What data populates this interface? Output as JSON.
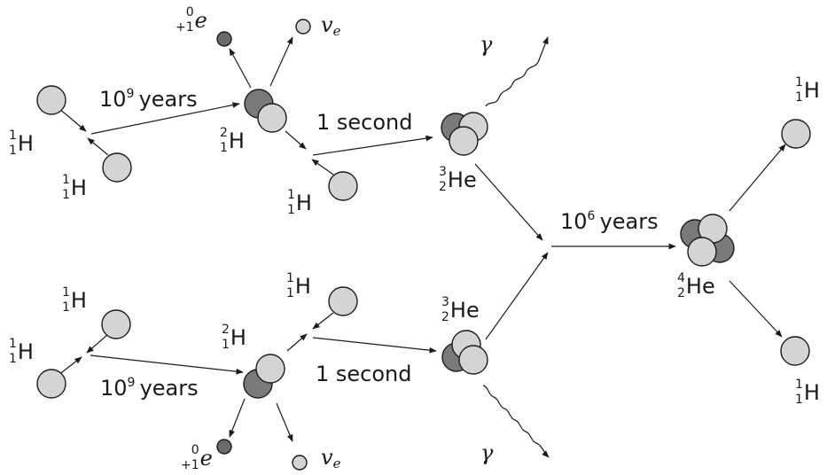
{
  "labels": {
    "h1_top_left": {
      "mass": "1",
      "charge": "1",
      "symbol": "H"
    },
    "h1_top_lower": {
      "mass": "1",
      "charge": "1",
      "symbol": "H"
    },
    "h2_top": {
      "mass": "2",
      "charge": "1",
      "symbol": "H"
    },
    "h1_top_right": {
      "mass": "1",
      "charge": "1",
      "symbol": "H"
    },
    "he3_top": {
      "mass": "3",
      "charge": "2",
      "symbol": "He"
    },
    "positron_top": {
      "mass": "0",
      "charge": "+1",
      "symbol": "e"
    },
    "neutrino_top": {
      "symbol": "v",
      "sub": "e"
    },
    "gamma_top": "γ",
    "h1_bot_upper": {
      "mass": "1",
      "charge": "1",
      "symbol": "H"
    },
    "h1_bot_left": {
      "mass": "1",
      "charge": "1",
      "symbol": "H"
    },
    "h2_bot": {
      "mass": "2",
      "charge": "1",
      "symbol": "H"
    },
    "h1_bot_right": {
      "mass": "1",
      "charge": "1",
      "symbol": "H"
    },
    "he3_bot": {
      "mass": "3",
      "charge": "2",
      "symbol": "He"
    },
    "positron_bot": {
      "mass": "0",
      "charge": "+1",
      "symbol": "e"
    },
    "neutrino_bot": {
      "symbol": "v",
      "sub": "e"
    },
    "gamma_bot": "γ",
    "he4": {
      "mass": "4",
      "charge": "2",
      "symbol": "He"
    },
    "h1_out_top": {
      "mass": "1",
      "charge": "1",
      "symbol": "H"
    },
    "h1_out_bot": {
      "mass": "1",
      "charge": "1",
      "symbol": "H"
    }
  },
  "steps": {
    "top_fusion": {
      "base": "10",
      "exp": "9",
      "unit": "years"
    },
    "bot_fusion": {
      "base": "10",
      "exp": "9",
      "unit": "years"
    },
    "top_capture": "1 second",
    "bot_capture": "1 second",
    "he_fusion": {
      "base": "10",
      "exp": "6",
      "unit": "years"
    }
  },
  "colors": {
    "proton": "#d4d4d4",
    "neutron": "#7a7a7a",
    "positron": "#6b6b6b",
    "line": "#1a1a1a"
  }
}
